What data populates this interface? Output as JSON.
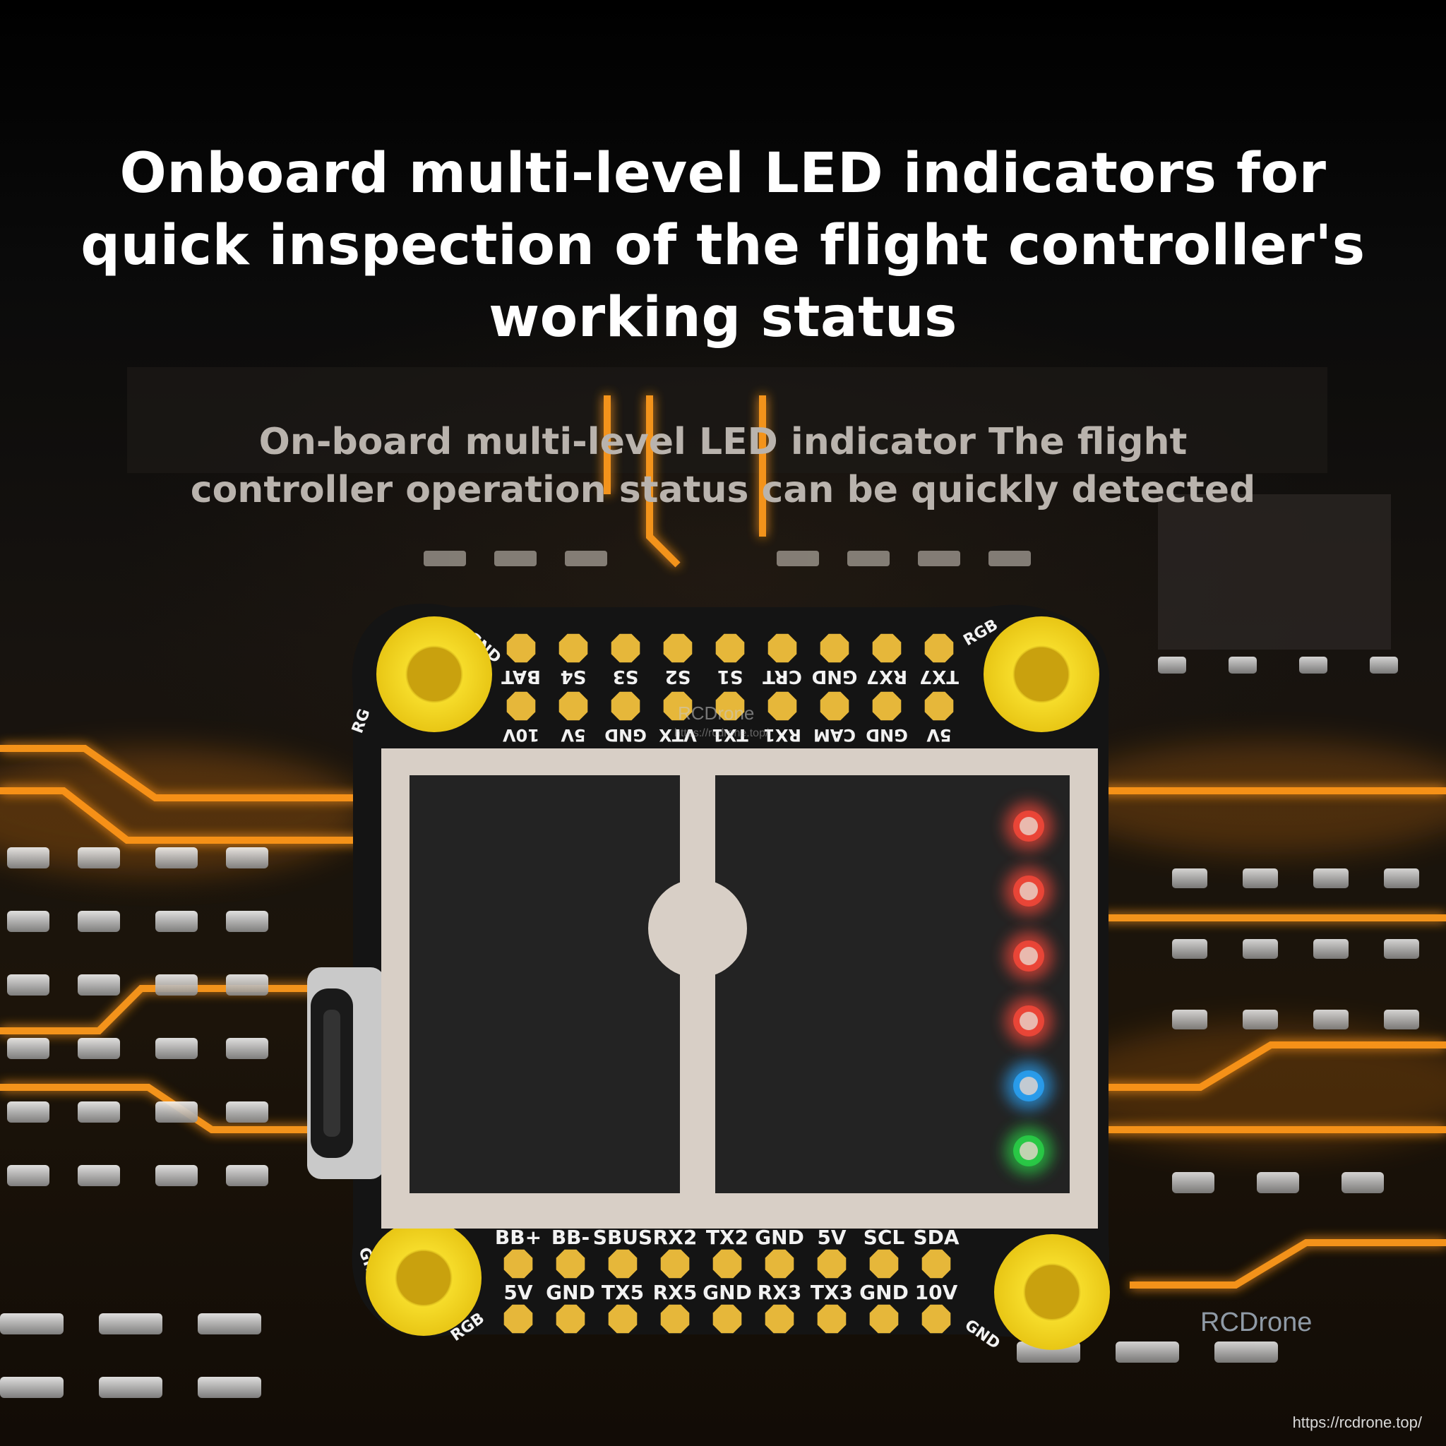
{
  "headline": {
    "line1": "Onboard multi-level LED indicators for",
    "line2": "quick inspection of the flight controller's",
    "line3": "working status"
  },
  "subline": {
    "line1": "On-board multi-level LED indicator The flight",
    "line2": "controller operation status can be quickly detected"
  },
  "board": {
    "top_row_labels": [
      "TX7",
      "RX7",
      "GND",
      "CRT",
      "S1",
      "S2",
      "S3",
      "S4",
      "BAT"
    ],
    "top_row2_labels": [
      "5V",
      "GND",
      "CAM",
      "RX1",
      "TX1",
      "VTX",
      "GND",
      "5V",
      "10V"
    ],
    "top_corner_left": "GND",
    "top_corner_right": "RGB",
    "left_side": "RG",
    "bottom_row1_labels": [
      "BB+",
      "BB-",
      "SBUS",
      "RX2",
      "TX2",
      "GND",
      "5V",
      "SCL",
      "SDA"
    ],
    "bottom_row2_labels": [
      "5V",
      "GND",
      "TX5",
      "RX5",
      "GND",
      "RX3",
      "TX3",
      "GND",
      "10V"
    ],
    "bottom_corner_left": "GND",
    "bottom_corner_right": "GND",
    "bottom_left_edge": "RGB",
    "led_colors": [
      "#ff4a3a",
      "#ff4a3a",
      "#ff4a3a",
      "#ff4a3a",
      "#2aa8ff",
      "#29d94a"
    ]
  },
  "watermark": {
    "brand": "RCDrone",
    "url": "https://rcdrone.top/",
    "board_brand": "RCDrone",
    "board_url": "https://rcdrone.top/"
  },
  "colors": {
    "accent_orange": "#ff9a1a",
    "pad_gold": "#e6b73a",
    "standoff_yellow": "#f2d21a",
    "pcb_black": "#141414"
  }
}
